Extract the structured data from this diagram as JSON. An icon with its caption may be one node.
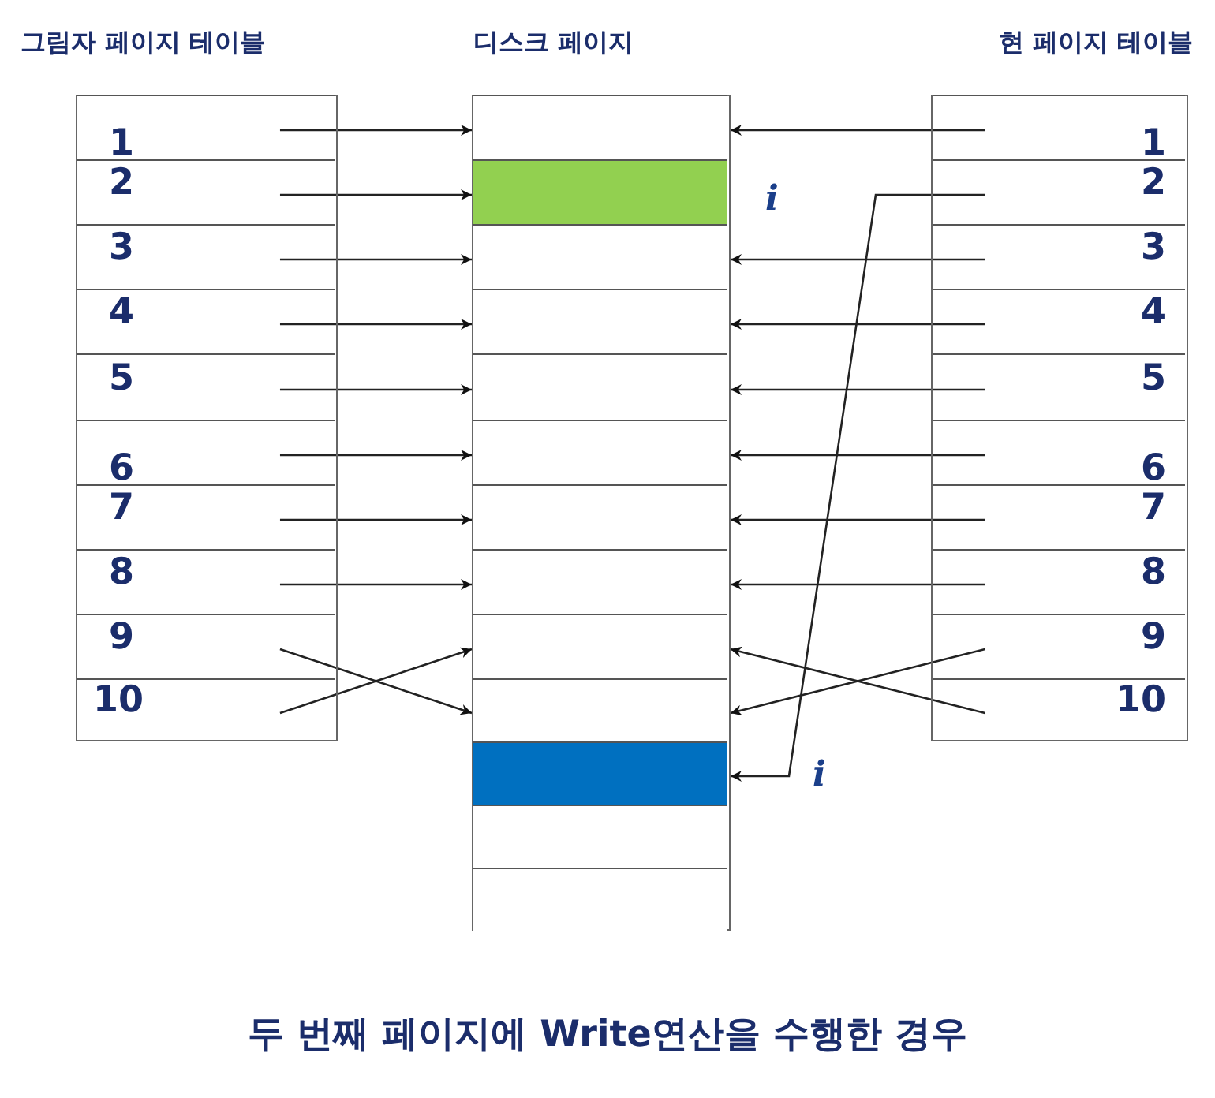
{
  "diagram": {
    "title": "두 번째 페이지에 Write연산을 수행한 경우",
    "nodes": [
      {
        "text": [
          "그림자 페이지 테이블"
        ]
      },
      {
        "text": [
          "1"
        ],
        "in": 0
      },
      {
        "text": [
          "2"
        ],
        "in": 0
      },
      {
        "text": [
          "3"
        ],
        "in": 0
      },
      {
        "text": [
          "4"
        ],
        "in": 0
      },
      {
        "text": [
          "5"
        ],
        "in": 0
      },
      {
        "text": [
          "6"
        ],
        "in": 0
      },
      {
        "text": [
          "7"
        ],
        "in": 0
      },
      {
        "text": [
          "8"
        ],
        "in": 0
      },
      {
        "text": [
          "9"
        ],
        "in": 0
      },
      {
        "text": [
          "10"
        ],
        "in": 0
      },
      {
        "text": [
          "디스크 페이지"
        ]
      },
      {
        "text": [],
        "shape": "box",
        "in": 11
      },
      {
        "text": [],
        "shape": "box",
        "in": 11,
        "beside": [
          "i"
        ]
      },
      {
        "text": [],
        "shape": "box",
        "in": 11
      },
      {
        "text": [],
        "shape": "box",
        "in": 11
      },
      {
        "text": [],
        "shape": "box",
        "in": 11
      },
      {
        "text": [],
        "shape": "box",
        "in": 11
      },
      {
        "text": [],
        "shape": "box",
        "in": 11
      },
      {
        "text": [],
        "shape": "box",
        "in": 11
      },
      {
        "text": [],
        "shape": "box",
        "in": 11
      },
      {
        "text": [],
        "shape": "box",
        "in": 11
      },
      {
        "text": [],
        "shape": "box",
        "in": 11,
        "beside": [
          "i"
        ]
      },
      {
        "text": [],
        "shape": "box",
        "in": 11
      },
      {
        "text": [],
        "shape": "box",
        "in": 11
      },
      {
        "text": [
          "현 페이지 테이블"
        ]
      },
      {
        "text": [
          "1"
        ],
        "in": 25
      },
      {
        "text": [
          "2"
        ],
        "in": 25
      },
      {
        "text": [
          "3"
        ],
        "in": 25
      },
      {
        "text": [
          "4"
        ],
        "in": 25
      },
      {
        "text": [
          "5"
        ],
        "in": 25
      },
      {
        "text": [
          "6"
        ],
        "in": 25
      },
      {
        "text": [
          "7"
        ],
        "in": 25
      },
      {
        "text": [
          "8"
        ],
        "in": 25
      },
      {
        "text": [
          "9"
        ],
        "in": 25
      },
      {
        "text": [
          "10"
        ],
        "in": 25
      }
    ],
    "edges": [
      {
        "from": 1,
        "to": 12,
        "arrow": "to"
      },
      {
        "from": 2,
        "to": 13,
        "arrow": "to"
      },
      {
        "from": 3,
        "to": 14,
        "arrow": "to"
      },
      {
        "from": 4,
        "to": 15,
        "arrow": "to"
      },
      {
        "from": 5,
        "to": 16,
        "arrow": "to"
      },
      {
        "from": 6,
        "to": 17,
        "arrow": "to"
      },
      {
        "from": 7,
        "to": 18,
        "arrow": "to"
      },
      {
        "from": 8,
        "to": 19,
        "arrow": "to"
      },
      {
        "from": 9,
        "to": 21,
        "arrow": "to"
      },
      {
        "from": 10,
        "to": 20,
        "arrow": "to"
      },
      {
        "from": 26,
        "to": 12,
        "arrow": "to"
      },
      {
        "from": 27,
        "to": 22,
        "arrow": "to"
      },
      {
        "from": 28,
        "to": 14,
        "arrow": "to"
      },
      {
        "from": 29,
        "to": 15,
        "arrow": "to"
      },
      {
        "from": 30,
        "to": 16,
        "arrow": "to"
      },
      {
        "from": 31,
        "to": 17,
        "arrow": "to"
      },
      {
        "from": 32,
        "to": 18,
        "arrow": "to"
      },
      {
        "from": 33,
        "to": 19,
        "arrow": "to"
      },
      {
        "from": 34,
        "to": 21,
        "arrow": "to"
      },
      {
        "from": 35,
        "to": 20,
        "arrow": "to"
      }
    ]
  }
}
